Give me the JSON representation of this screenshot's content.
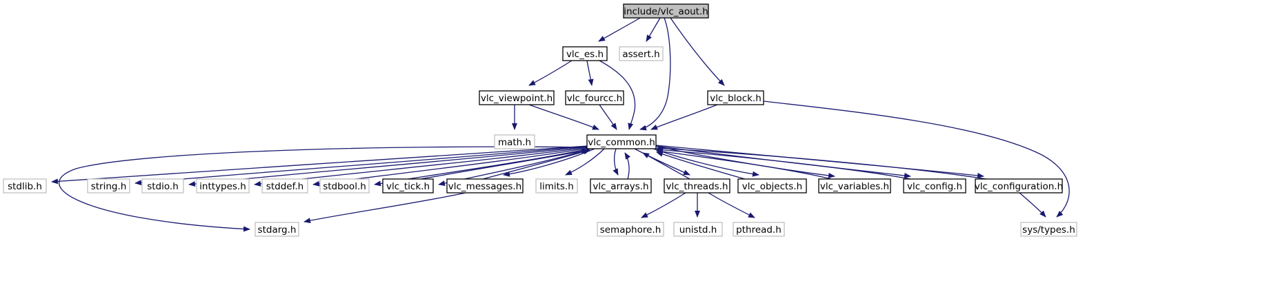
{
  "diagram": {
    "colors": {
      "edge": "#191970",
      "node_border": "#000000",
      "system_border": "#bfbfbf",
      "root_fill": "#bfbfbf",
      "system_text": "#7f7f7f",
      "text": "#000000"
    },
    "nodes": [
      {
        "id": "vlc_aout",
        "label": "include/vlc_aout.h",
        "kind": "root"
      },
      {
        "id": "vlc_es",
        "label": "vlc_es.h",
        "kind": "header"
      },
      {
        "id": "assert",
        "label": "assert.h",
        "kind": "system"
      },
      {
        "id": "vlc_viewpoint",
        "label": "vlc_viewpoint.h",
        "kind": "header"
      },
      {
        "id": "vlc_fourcc",
        "label": "vlc_fourcc.h",
        "kind": "header"
      },
      {
        "id": "vlc_block",
        "label": "vlc_block.h",
        "kind": "header"
      },
      {
        "id": "math",
        "label": "math.h",
        "kind": "system"
      },
      {
        "id": "vlc_common",
        "label": "vlc_common.h",
        "kind": "header"
      },
      {
        "id": "stdlib",
        "label": "stdlib.h",
        "kind": "system"
      },
      {
        "id": "string",
        "label": "string.h",
        "kind": "system"
      },
      {
        "id": "stdio",
        "label": "stdio.h",
        "kind": "system"
      },
      {
        "id": "inttypes",
        "label": "inttypes.h",
        "kind": "system"
      },
      {
        "id": "stddef",
        "label": "stddef.h",
        "kind": "system"
      },
      {
        "id": "stdbool",
        "label": "stdbool.h",
        "kind": "system"
      },
      {
        "id": "vlc_tick",
        "label": "vlc_tick.h",
        "kind": "header"
      },
      {
        "id": "vlc_messages",
        "label": "vlc_messages.h",
        "kind": "header"
      },
      {
        "id": "limits",
        "label": "limits.h",
        "kind": "system"
      },
      {
        "id": "vlc_arrays",
        "label": "vlc_arrays.h",
        "kind": "header"
      },
      {
        "id": "vlc_threads",
        "label": "vlc_threads.h",
        "kind": "header"
      },
      {
        "id": "vlc_objects",
        "label": "vlc_objects.h",
        "kind": "header"
      },
      {
        "id": "vlc_variables",
        "label": "vlc_variables.h",
        "kind": "header"
      },
      {
        "id": "vlc_config",
        "label": "vlc_config.h",
        "kind": "header"
      },
      {
        "id": "vlc_configuration",
        "label": "vlc_configuration.h",
        "kind": "header"
      },
      {
        "id": "stdarg",
        "label": "stdarg.h",
        "kind": "system"
      },
      {
        "id": "semaphore",
        "label": "semaphore.h",
        "kind": "system"
      },
      {
        "id": "unistd",
        "label": "unistd.h",
        "kind": "system"
      },
      {
        "id": "pthread",
        "label": "pthread.h",
        "kind": "system"
      },
      {
        "id": "sys_types",
        "label": "sys/types.h",
        "kind": "system"
      }
    ],
    "edges": [
      {
        "from": "vlc_aout",
        "to": "vlc_es"
      },
      {
        "from": "vlc_aout",
        "to": "assert"
      },
      {
        "from": "vlc_aout",
        "to": "vlc_common"
      },
      {
        "from": "vlc_aout",
        "to": "vlc_block"
      },
      {
        "from": "vlc_es",
        "to": "vlc_viewpoint"
      },
      {
        "from": "vlc_es",
        "to": "vlc_fourcc"
      },
      {
        "from": "vlc_es",
        "to": "vlc_common"
      },
      {
        "from": "vlc_viewpoint",
        "to": "math"
      },
      {
        "from": "vlc_viewpoint",
        "to": "vlc_common"
      },
      {
        "from": "vlc_fourcc",
        "to": "vlc_common"
      },
      {
        "from": "vlc_block",
        "to": "vlc_common"
      },
      {
        "from": "vlc_block",
        "to": "sys_types"
      },
      {
        "from": "vlc_common",
        "to": "stdlib"
      },
      {
        "from": "vlc_common",
        "to": "string"
      },
      {
        "from": "vlc_common",
        "to": "stdio"
      },
      {
        "from": "vlc_common",
        "to": "inttypes"
      },
      {
        "from": "vlc_common",
        "to": "stddef"
      },
      {
        "from": "vlc_common",
        "to": "stdbool"
      },
      {
        "from": "vlc_common",
        "to": "vlc_tick"
      },
      {
        "from": "vlc_common",
        "to": "vlc_messages"
      },
      {
        "from": "vlc_common",
        "to": "limits"
      },
      {
        "from": "vlc_common",
        "to": "vlc_arrays"
      },
      {
        "from": "vlc_common",
        "to": "vlc_threads"
      },
      {
        "from": "vlc_common",
        "to": "vlc_objects"
      },
      {
        "from": "vlc_common",
        "to": "vlc_variables"
      },
      {
        "from": "vlc_common",
        "to": "vlc_config"
      },
      {
        "from": "vlc_common",
        "to": "vlc_configuration"
      },
      {
        "from": "vlc_common",
        "to": "stdarg"
      },
      {
        "from": "vlc_tick",
        "to": "vlc_common"
      },
      {
        "from": "vlc_messages",
        "to": "vlc_common"
      },
      {
        "from": "vlc_messages",
        "to": "stdarg"
      },
      {
        "from": "vlc_arrays",
        "to": "vlc_common"
      },
      {
        "from": "vlc_threads",
        "to": "vlc_common"
      },
      {
        "from": "vlc_threads",
        "to": "semaphore"
      },
      {
        "from": "vlc_threads",
        "to": "unistd"
      },
      {
        "from": "vlc_threads",
        "to": "pthread"
      },
      {
        "from": "vlc_objects",
        "to": "vlc_common"
      },
      {
        "from": "vlc_variables",
        "to": "vlc_common"
      },
      {
        "from": "vlc_config",
        "to": "vlc_common"
      },
      {
        "from": "vlc_configuration",
        "to": "vlc_common"
      },
      {
        "from": "vlc_configuration",
        "to": "sys_types"
      }
    ]
  }
}
